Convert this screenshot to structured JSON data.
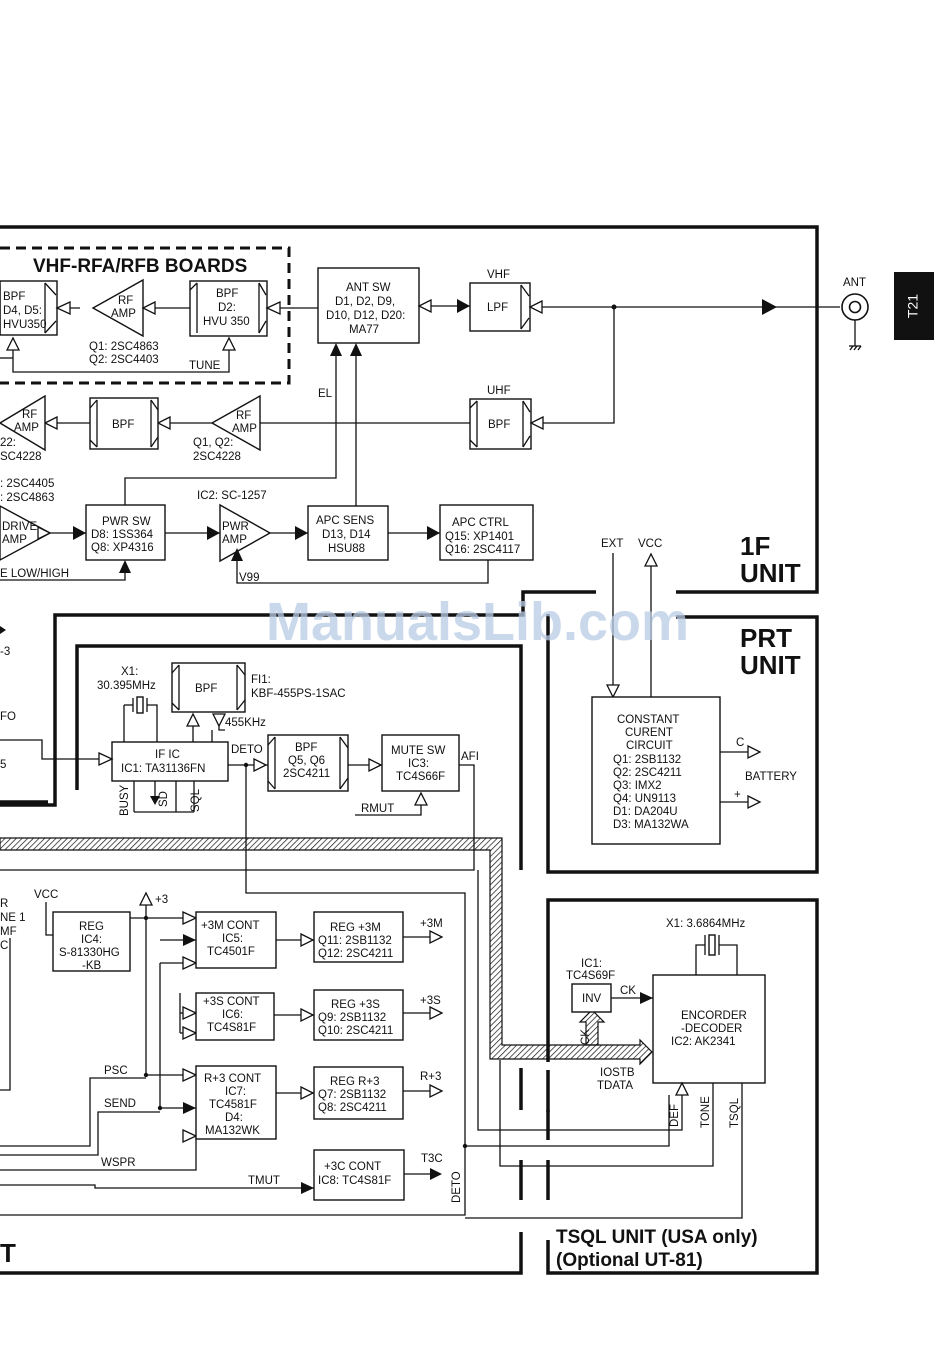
{
  "page_tab": "T21",
  "watermark": "ManualsLib.com",
  "sections": {
    "rf_boards": "VHF-RFA/RFB BOARDS",
    "if_unit_1": "1F",
    "if_unit_2": "UNIT",
    "prt_unit_1": "PRT",
    "prt_unit_2": "UNIT",
    "tsql_unit_1": "TSQL UNIT (USA only)",
    "tsql_unit_2": "(Optional UT-81)",
    "main_unit_edge": "T"
  },
  "blocks": {
    "bpf_left": [
      "BPF",
      "D4, D5:",
      "HVU350"
    ],
    "rf_amp_top": [
      "RF",
      "AMP"
    ],
    "rf_amp_top_parts": [
      "Q1: 2SC4863",
      "Q2: 2SC4403"
    ],
    "bpf_d2": [
      "BPF",
      "D2:",
      "HVU 350"
    ],
    "ant_sw": [
      "ANT SW",
      "D1, D2, D9,",
      "D10, D12, D20:",
      "MA77"
    ],
    "vhf_lpf": "LPF",
    "uhf_bpf": "BPF",
    "rf_amp_left": [
      "RF",
      "AMP"
    ],
    "rf_amp_left_parts": [
      "22:",
      "SC4228"
    ],
    "bpf_mid": "BPF",
    "rf_amp_mid": [
      "RF",
      "AMP"
    ],
    "rf_amp_mid_parts": [
      "Q1, Q2:",
      "2SC4228"
    ],
    "drive_parts": [
      ": 2SC4405",
      ": 2SC4863"
    ],
    "drive_amp": [
      "DRIVE",
      "AMP"
    ],
    "pwr_sw": [
      "PWR SW",
      "D8: 1SS364",
      "Q8: XP4316"
    ],
    "pwr_amp_ic": "IC2: SC-1257",
    "pwr_amp": [
      "PWR",
      "AMP"
    ],
    "apc_sens": [
      "APC SENS",
      "D13, D14",
      "HSU88"
    ],
    "apc_ctrl": [
      "APC CTRL",
      "Q15: XP1401",
      "Q16: 2SC4117"
    ],
    "x1_if": [
      "X1:",
      "30.395MHz"
    ],
    "bpf_if": "BPF",
    "fi1": [
      "FI1:",
      "KBF-455PS-1SAC"
    ],
    "khz": "455KHz",
    "if_ic": [
      "IF IC",
      "IC1: TA31136FN"
    ],
    "bpf_q5": [
      "BPF",
      "Q5, Q6",
      "2SC4211"
    ],
    "mute_sw": [
      "MUTE SW",
      "IC3:",
      "TC4S66F"
    ],
    "constant_current": [
      "CONSTANT",
      "CURENT",
      "CIRCUIT",
      "Q1: 2SB1132",
      "Q2: 2SC4211",
      "Q3: IMX2",
      "Q4: UN9113",
      "D1: DA204U",
      "D3: MA132WA"
    ],
    "reg_ic4": [
      "REG",
      "IC4:",
      "S-81330HG",
      "-KB"
    ],
    "cont_3m": [
      "+3M CONT",
      "IC5:",
      "TC4501F"
    ],
    "reg_3m": [
      "REG +3M",
      "Q11: 2SB1132",
      "Q12: 2SC4211"
    ],
    "cont_3s": [
      "+3S CONT",
      "IC6:",
      "TC4S81F"
    ],
    "reg_3s": [
      "REG +3S",
      "Q9: 2SB1132",
      "Q10: 2SC4211"
    ],
    "cont_r3": [
      "R+3 CONT",
      "IC7:",
      "TC4581F",
      "D4:",
      "MA132WK"
    ],
    "reg_r3": [
      "REG R+3",
      "Q7: 2SB1132",
      "Q8: 2SC4211"
    ],
    "cont_3c": [
      "+3C CONT",
      "IC8: TC4S81F"
    ],
    "x1_tsql": "X1: 3.6864MHz",
    "inv_ic": [
      "IC1:",
      "TC4S69F"
    ],
    "inv": "INV",
    "encoder": [
      "ENCORDER",
      "-DECODER",
      "IC2: AK2341"
    ]
  },
  "labels": {
    "tune": "TUNE",
    "vhf": "VHF",
    "uhf": "UHF",
    "ant": "ANT",
    "el": "EL",
    "drive_low_high": "E LOW/HIGH",
    "v99": "V99",
    "ext": "EXT",
    "vcc": "VCC",
    "minus3": "-3",
    "fo": "FO",
    "five": "5",
    "detout": "DETO",
    "afi": "AFI",
    "rmut": "RMUT",
    "busy": "BUSY",
    "sd": "SD",
    "sql": "SQL",
    "c": "C",
    "battery": "BATTERY",
    "plus": "+",
    "vcc_main": "VCC",
    "plus3": "+3",
    "r_frag": "R",
    "ne1_frag": "NE 1",
    "mf_frag": "MF",
    "c_frag": "C",
    "out_3m": "+3M",
    "out_3s": "+3S",
    "out_r3": "R+3",
    "t3c": "T3C",
    "psc": "PSC",
    "send": "SEND",
    "wspr": "WSPR",
    "tmut": "TMUT",
    "deto_v": "DETO",
    "ck": "CK",
    "ck_v": "CK",
    "iostb": "IOSTB",
    "tdata": "TDATA",
    "def": "DEF",
    "tone": "TONE",
    "tsql": "TSQL"
  }
}
